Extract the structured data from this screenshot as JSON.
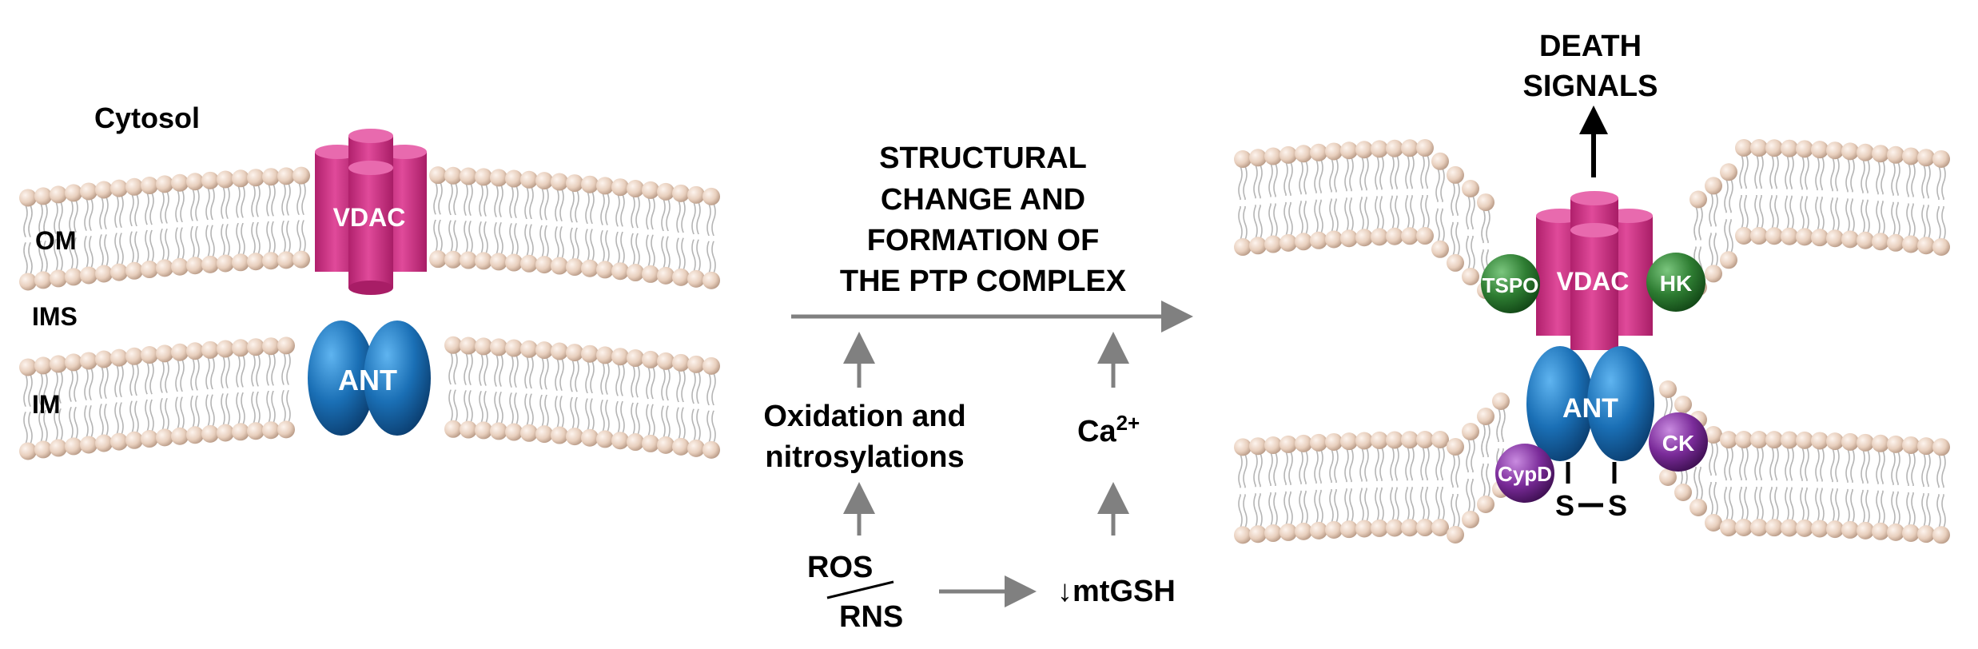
{
  "left_panel": {
    "cytosol": "Cytosol",
    "om": "OM",
    "ims": "IMS",
    "im": "IM",
    "vdac": "VDAC",
    "ant": "ANT"
  },
  "center": {
    "heading_lines": [
      "STRUCTURAL",
      "CHANGE AND",
      "FORMATION OF",
      "THE PTP COMPLEX"
    ],
    "oxidation_lines": [
      "Oxidation and",
      "nitrosylations"
    ],
    "calcium": "Ca",
    "calcium_sup": "2+",
    "ros": "ROS",
    "rns": "RNS",
    "mtgsh": "↓mtGSH"
  },
  "right_panel": {
    "death_lines": [
      "DEATH",
      "SIGNALS"
    ],
    "vdac": "VDAC",
    "ant": "ANT",
    "tspo": "TSPO",
    "hk": "HK",
    "ck": "CK",
    "cypd": "CypD",
    "disulfide_s1": "S",
    "disulfide_s2": "S"
  },
  "colors": {
    "vdac": "#d6308a",
    "ant": "#1a6fb5",
    "green_protein": "#2e7d32",
    "purple_protein": "#7b2c9a",
    "lipid_head": "#e8cfbd",
    "arrow_gray": "#808080"
  }
}
